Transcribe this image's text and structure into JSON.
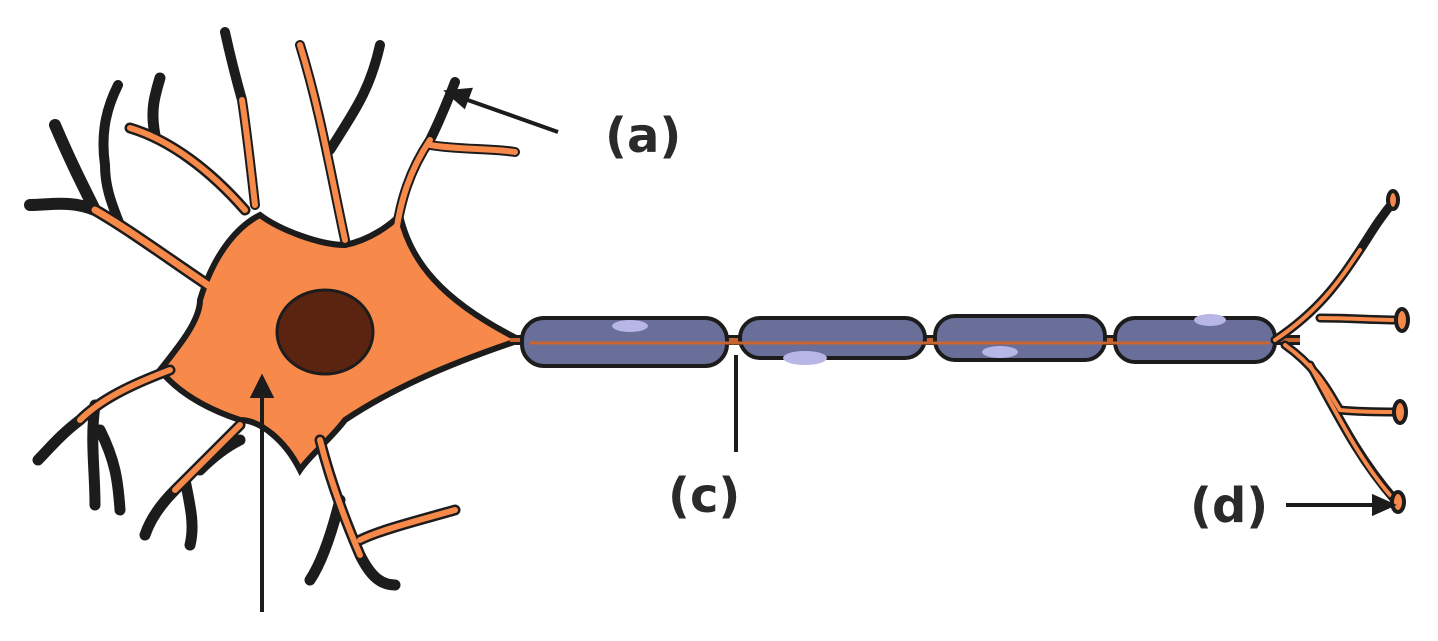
{
  "diagram": {
    "labels": {
      "a": "(a)",
      "c": "(c)",
      "d": "(d)"
    },
    "colors": {
      "cytoplasm": "#f7894a",
      "outline": "#1c1c1c",
      "nucleus": "#5a2410",
      "myelin_fill": "#6a6f99",
      "myelin_light": "#b7b6e6",
      "axon_core": "#c8652f"
    }
  }
}
